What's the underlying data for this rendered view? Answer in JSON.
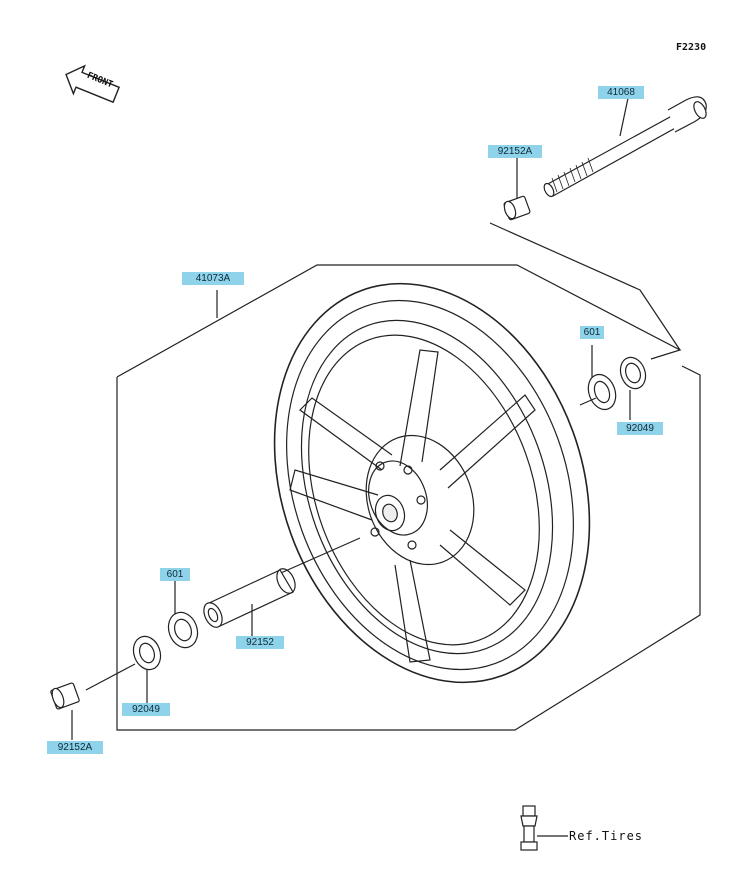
{
  "diagram": {
    "figure_code": "F2230",
    "front_arrow_text": "FRONT",
    "ref_text": "Ref.Tires",
    "parts": {
      "axle": "41068",
      "spacer_top": "92152A",
      "wheel": "41073A",
      "bearing_right": "601",
      "seal_right": "92049",
      "bearing_left": "601",
      "collar": "92152",
      "seal_left": "92049",
      "spacer_bottom": "92152A"
    }
  }
}
